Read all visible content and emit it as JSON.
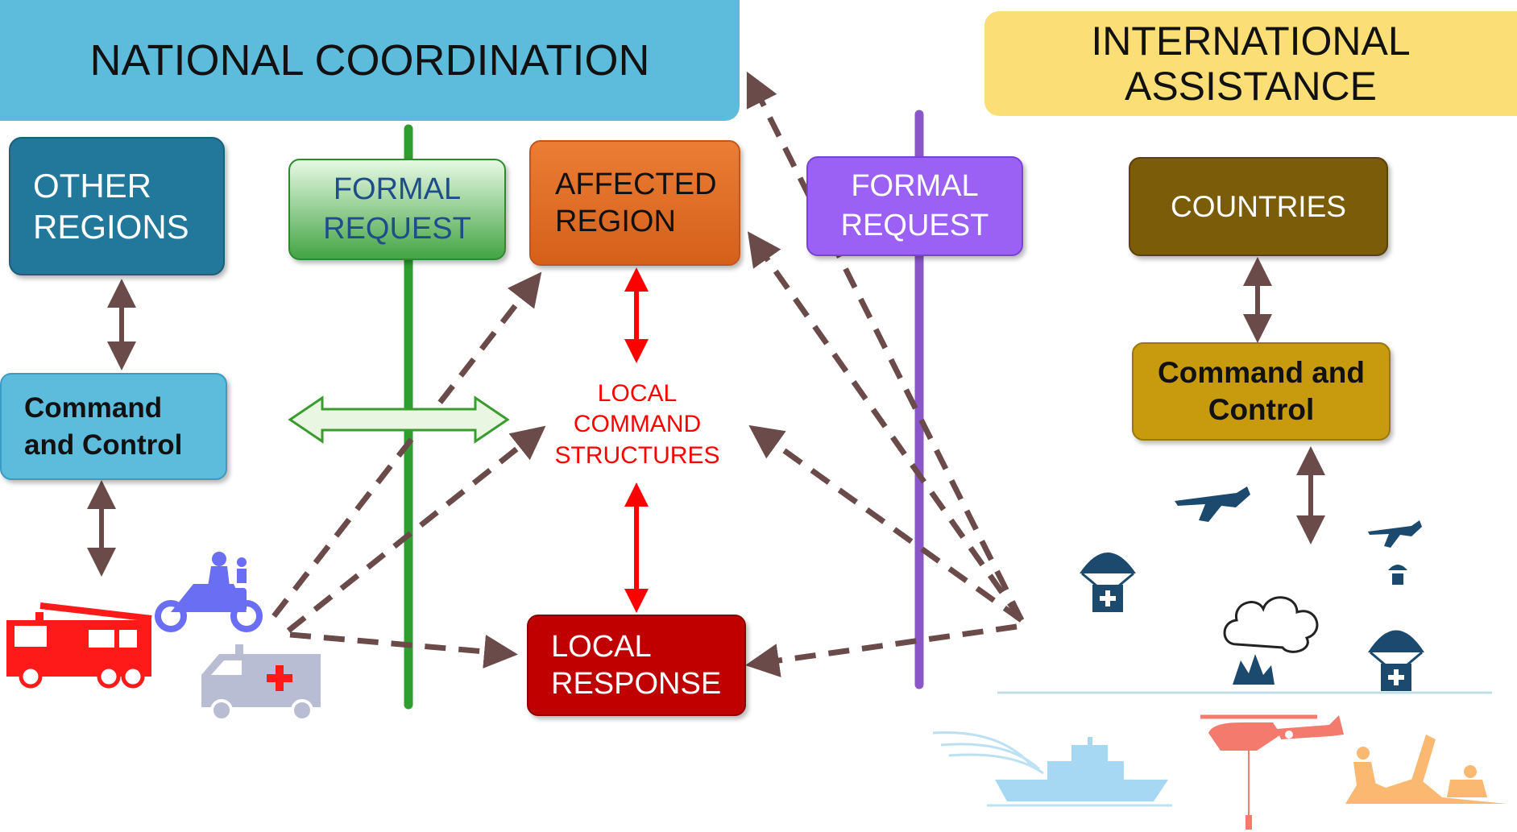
{
  "national": {
    "title": "NATIONAL COORDINATION"
  },
  "international": {
    "title": "INTERNATIONAL\nASSISTANCE"
  },
  "boxes": {
    "other_regions": "OTHER\nREGIONS",
    "command_left": "Command\nand Control",
    "formal_request_green": "FORMAL\nREQUEST",
    "affected_region": "AFFECTED\nREGION",
    "formal_request_purple": "FORMAL\nREQUEST",
    "countries": "COUNTRIES",
    "command_right": "Command and\nControl",
    "local_response": "LOCAL\nRESPONSE",
    "local_command": "LOCAL\nCOMMAND\nSTRUCTURES"
  },
  "icons": [
    "fire-truck-icon",
    "police-motorcycle-icon",
    "ambulance-icon",
    "airplane-icon",
    "small-airplane-icon",
    "parachute-supply-icon",
    "small-parachute-icon",
    "smoke-fire-icon",
    "fireboat-icon",
    "rescue-helicopter-icon",
    "rescue-workers-icon"
  ],
  "colors": {
    "national": "#5dbbdc",
    "international": "#fbdf76",
    "other_regions": "#22789a",
    "formal_green": "#44a444",
    "affected": "#eb7d35",
    "formal_purple": "#9b61f5",
    "countries": "#7b5c09",
    "command_right": "#c79b0d",
    "local_response": "#c00000",
    "arrow_brown": "#6b4a4a",
    "arrow_red": "#ff0000",
    "line_green": "#2e9e2e",
    "line_purple": "#8a57c9"
  }
}
